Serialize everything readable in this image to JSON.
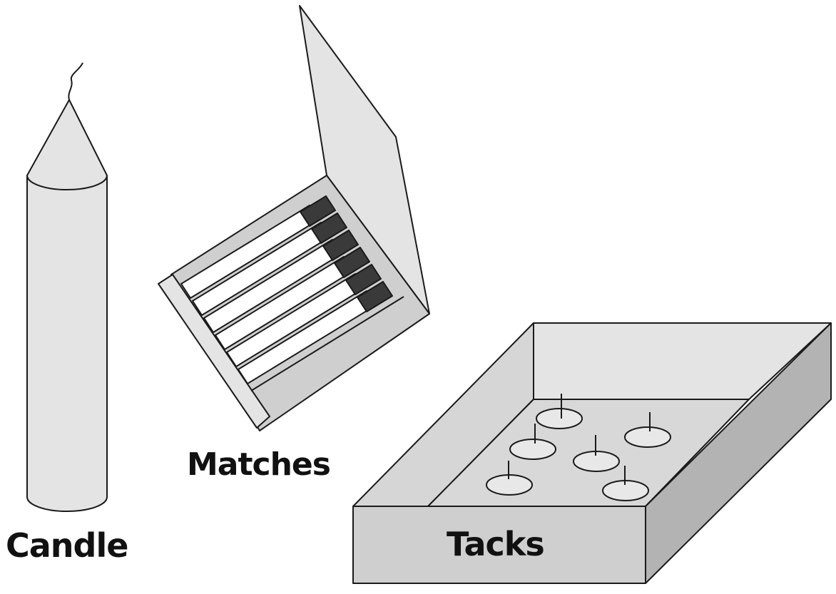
{
  "labels": {
    "candle": "Candle",
    "matches": "Matches",
    "tacks": "Tacks"
  },
  "items": [
    {
      "id": "candle",
      "icon": "candle-icon"
    },
    {
      "id": "matches",
      "icon": "matchbook-icon",
      "match_count": 6
    },
    {
      "id": "tacks",
      "icon": "tack-box-icon",
      "tack_count": 6
    }
  ],
  "colors": {
    "fill_light": "#e4e4e4",
    "fill_mid": "#cfcfcf",
    "fill_dark": "#b3b3b3",
    "match_head": "#3a3a3a",
    "stroke": "#1a1a1a",
    "background": "#ffffff"
  }
}
